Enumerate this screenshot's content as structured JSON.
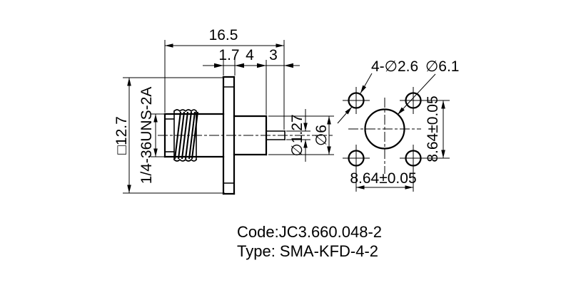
{
  "drawing": {
    "side_view": {
      "total_length": "16.5",
      "flange_thickness": "1.7",
      "barrel_length": "4",
      "pin_length": "3",
      "flange_square": "□12.7",
      "thread_spec": "1/4-36UNS-2A",
      "pin_diameter": "∅1.27",
      "barrel_diameter": "∅6"
    },
    "front_view": {
      "mounting_holes": "4-∅2.6",
      "center_hole": "∅6.1",
      "hole_spacing_horizontal": "8.64±0.05",
      "hole_spacing_vertical": "8.64±0.05"
    },
    "caption": {
      "code": "Code:JC3.660.048-2",
      "type": "Type: SMA-KFD-4-2"
    },
    "colors": {
      "line": "#000000",
      "background": "#ffffff"
    }
  }
}
